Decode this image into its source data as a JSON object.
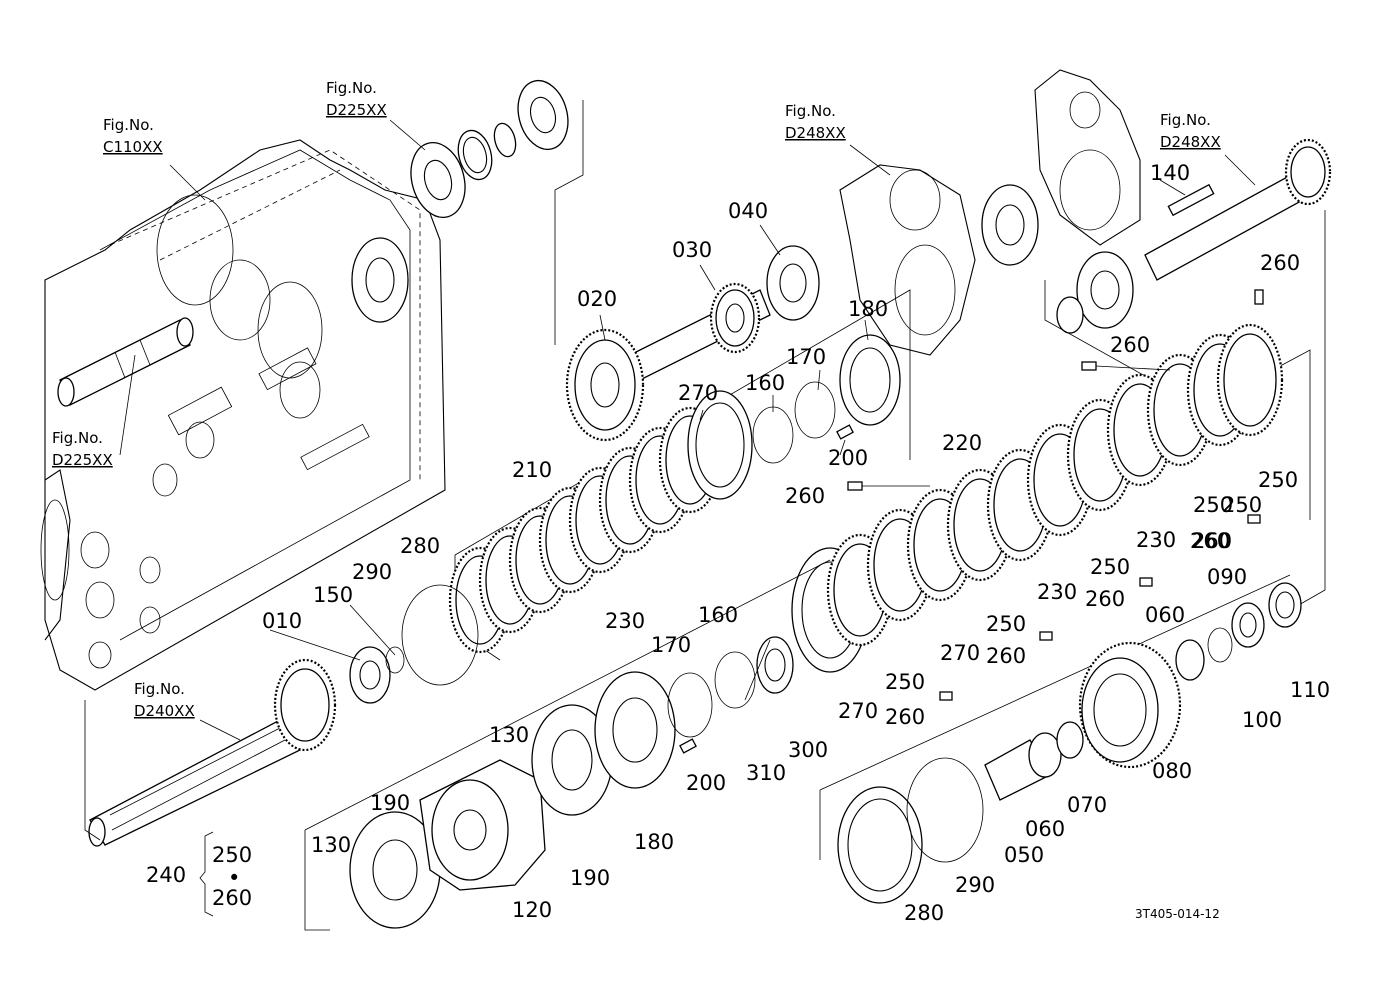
{
  "fig_refs": [
    {
      "label": "Fig.No.",
      "code": "C110XX"
    },
    {
      "label": "Fig.No.",
      "code": "D225XX"
    },
    {
      "label": "Fig.No.",
      "code": "D225XX"
    },
    {
      "label": "Fig.No.",
      "code": "D248XX"
    },
    {
      "label": "Fig.No.",
      "code": "D248XX"
    },
    {
      "label": "Fig.No.",
      "code": "D240XX"
    }
  ],
  "callouts": [
    "020",
    "030",
    "040",
    "180",
    "170",
    "160",
    "200",
    "270",
    "210",
    "230",
    "280",
    "290",
    "150",
    "010",
    "260",
    "260",
    "220",
    "250",
    "250",
    "230",
    "260",
    "250",
    "230",
    "250",
    "260",
    "270",
    "250",
    "260",
    "270",
    "160",
    "170",
    "300",
    "310",
    "200",
    "130",
    "180",
    "190",
    "190",
    "130",
    "120",
    "060",
    "090",
    "110",
    "100",
    "080",
    "070",
    "060",
    "050",
    "290",
    "280",
    "140",
    "260",
    "260",
    "250",
    "260"
  ],
  "group": {
    "id": "240",
    "members": [
      "250",
      "260"
    ],
    "separator": "•"
  },
  "drawing_code": "3T405-014-12"
}
